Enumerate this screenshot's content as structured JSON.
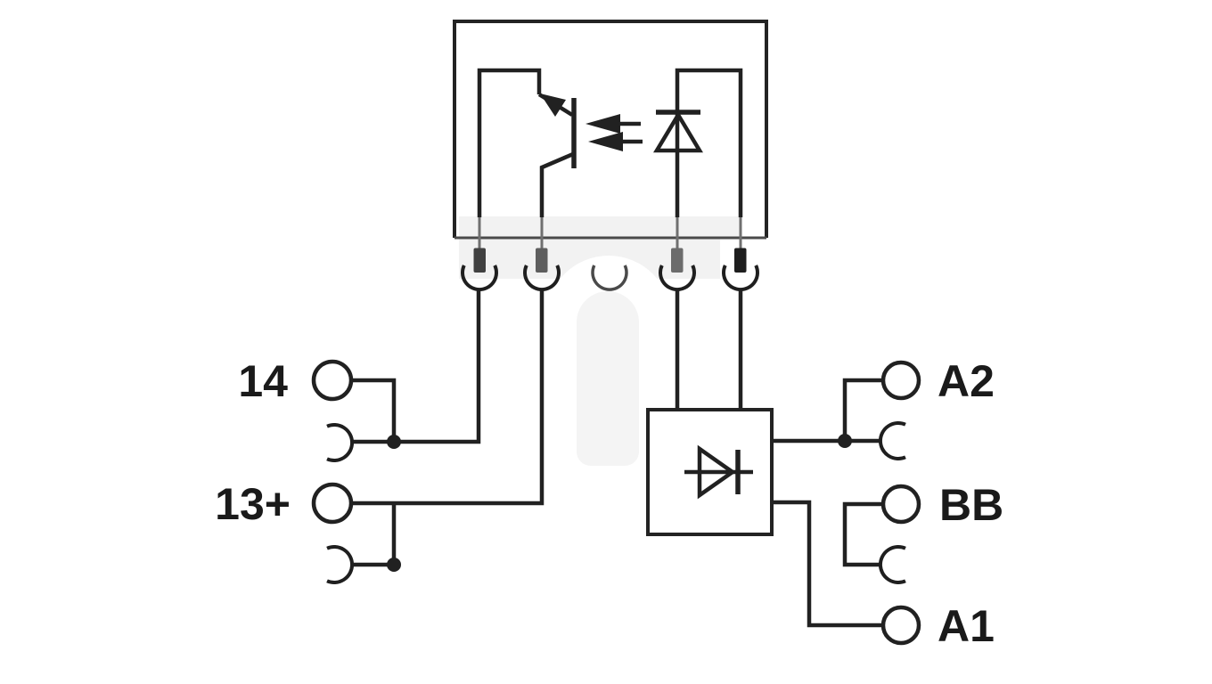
{
  "diagram": {
    "type": "relay-module-wiring-diagram",
    "description": "Circuit diagram of a plug-in relay module: optocoupler (phototransistor and LED) in top enclosure, five plug-in socket contacts, protective diode block, and screw terminals",
    "terminals": {
      "left": [
        {
          "id": "14",
          "label": "14"
        },
        {
          "id": "13p",
          "label": "13+"
        }
      ],
      "right": [
        {
          "id": "A2",
          "label": "A2"
        },
        {
          "id": "BB",
          "label": "BB"
        },
        {
          "id": "A1",
          "label": "A1"
        }
      ]
    },
    "components": [
      "optocoupler-enclosure",
      "phototransistor",
      "led-emitter",
      "light-arrows",
      "plug-in-socket-row",
      "free-wheeling-diode-block",
      "relay-silhouette"
    ],
    "colors": {
      "background": "#ffffff",
      "line": "#212121",
      "silhouette": "#f2f2f2",
      "pins": [
        "#414141",
        "#5e5e5e",
        "#6c6c6c",
        "#1e1e1e"
      ]
    }
  }
}
